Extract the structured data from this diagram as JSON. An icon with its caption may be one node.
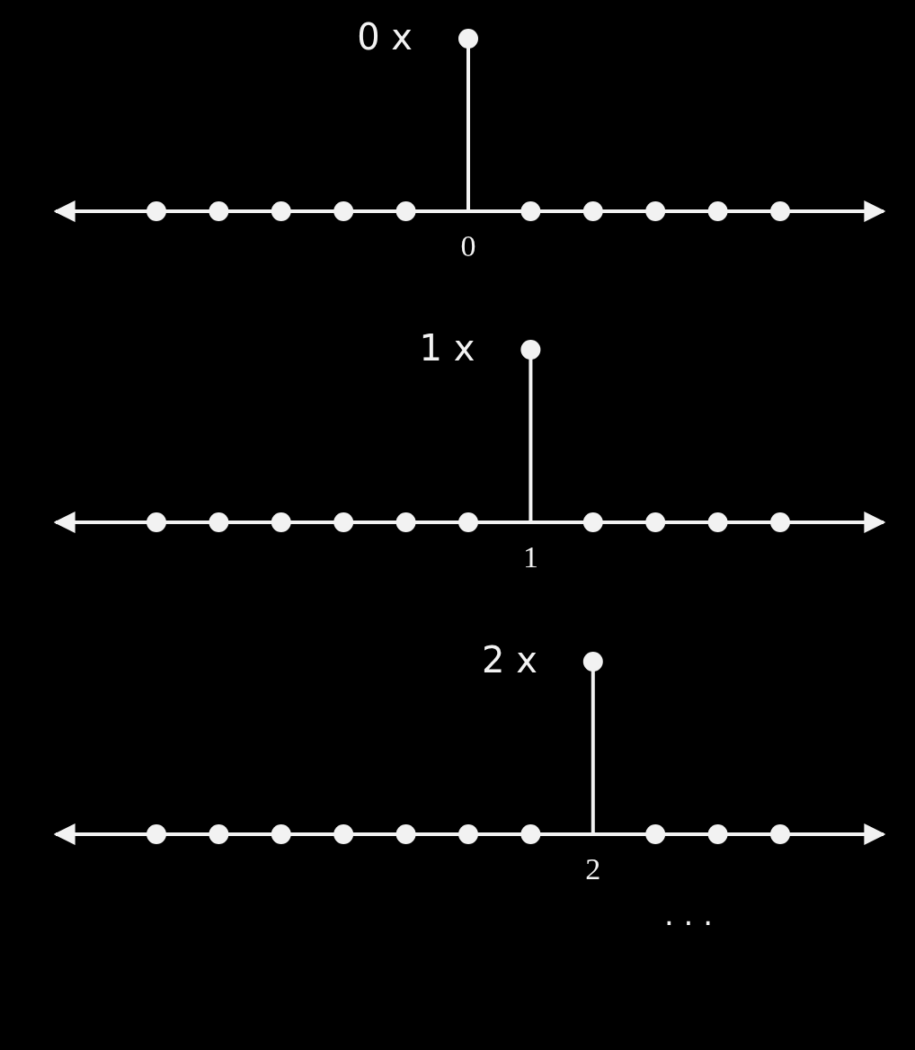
{
  "diagram": {
    "labels": [
      "0 x",
      "0",
      "1 x",
      "1",
      "2 x",
      "2",
      ". . ."
    ]
  }
}
